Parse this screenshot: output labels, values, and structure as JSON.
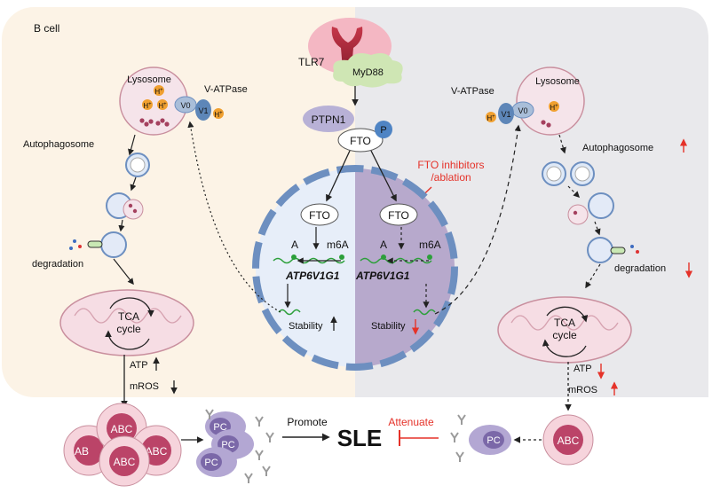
{
  "panel_label": "B cell",
  "receptors": {
    "tlr": "TLR7",
    "adaptor": "MyD88"
  },
  "signaling": {
    "phosphatase": "PTPN1",
    "phospho": "P",
    "fto": "FTO"
  },
  "inhibitor": {
    "line1": "FTO inhibitors",
    "line2": "/ablation"
  },
  "nucleus": {
    "left": {
      "enzyme": "FTO",
      "a": "A",
      "m6a": "m6A",
      "gene": "ATP6V1G1",
      "stability": "Stability"
    },
    "right": {
      "enzyme": "FTO",
      "a": "A",
      "m6a": "m6A",
      "gene": "ATP6V1G1",
      "stability": "Stability"
    }
  },
  "lysosome": {
    "label": "Lysosome",
    "vatpase": "V-ATPase",
    "v0": "V0",
    "v1": "V1",
    "proton": "H",
    "proton_charge": "+"
  },
  "labels": {
    "autophagosome": "Autophagosome",
    "degradation": "degradation",
    "tca_line1": "TCA",
    "tca_line2": "cycle",
    "atp": "ATP",
    "mros": "mROS"
  },
  "cells": {
    "abc": "ABC",
    "abc_clipped": "AB",
    "pc": "PC"
  },
  "outcome": {
    "promote": "Promote",
    "disease": "SLE",
    "attenuate": "Attenuate"
  },
  "colors": {
    "left_bg": "#fcf3e6",
    "right_bg": "#e9e9ec",
    "nucleus_left": "#e7eef9",
    "nucleus_right": "#b7a9cc",
    "envelope": "#6d8fc0",
    "rna": "#2c9f3a",
    "red": "#e53229",
    "abc_fill": "#bb4468",
    "pc_fill": "#7b68a8",
    "proton": "#f0a030"
  }
}
